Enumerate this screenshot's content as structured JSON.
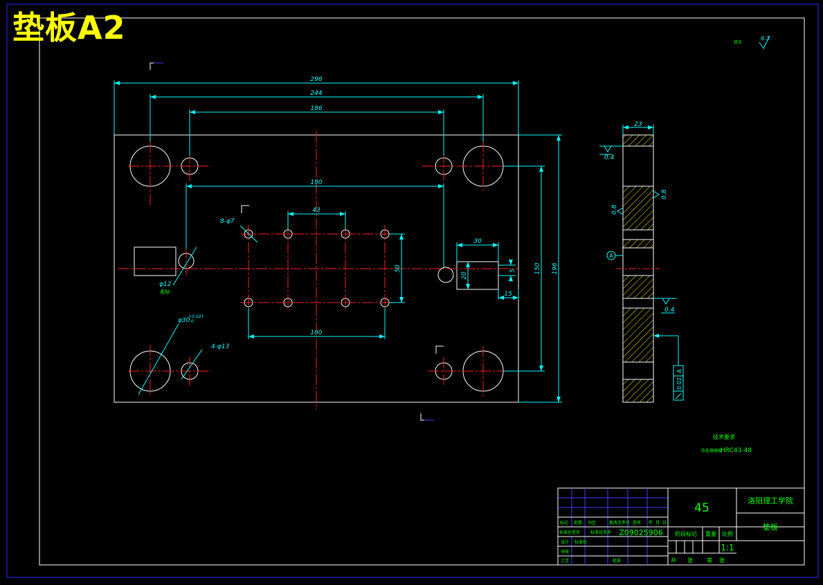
{
  "sheet_title": "垫板A2",
  "colors": {
    "background": "#000000",
    "border": "#2a2aff",
    "outline": "#ffffff",
    "centerline": "#ff2020",
    "dimension": "#00ffff",
    "annotation": "#00ff00",
    "title": "#ffff00",
    "section": "#ffff00"
  },
  "dimensions": {
    "d296": "296",
    "d244": "244",
    "d186": "186",
    "d190": "190",
    "d43": "43",
    "d100": "100",
    "d50": "50",
    "d30": "30",
    "d20": "20",
    "d5": "5",
    "d15": "15",
    "d150": "150",
    "d196": "196",
    "d23": "23"
  },
  "callouts": {
    "holes_8": "8-φ7",
    "hole_12": "φ12",
    "hole_12_note": "配钻",
    "hole_30": "φ30",
    "hole_30_tol": "+0.021",
    "hole_30_tol2": "0",
    "holes_4": "4-φ13"
  },
  "roughness": {
    "general_label": "其余",
    "general_value": "6.3",
    "r1": "0.4",
    "r2": "0.8",
    "r3": "0.8",
    "r4": "0.4"
  },
  "datum": {
    "label": "A",
    "tolerance_value": "0.02",
    "tolerance_ref": "A"
  },
  "tech_requirements": {
    "heading": "技术要求",
    "line1_prefix": "热处理硬度",
    "line1_value": "HRC43-48"
  },
  "title_block": {
    "material": "45",
    "school": "洛阳理工学院",
    "part_name": "垫板",
    "drawing_no": "Z09025906",
    "scale": "1:1",
    "header_cells": [
      "标记",
      "处数",
      "分区",
      "更改文件号",
      "签名",
      "年",
      "月",
      "日"
    ],
    "row_labels": [
      "标准化签名",
      "标准化签名",
      "设计",
      "审核",
      "工艺"
    ],
    "stage_mark_label": "阶段标记",
    "weight_label": "重量",
    "scale_label": "比例",
    "std_label": "标准化",
    "approve_label": "批准",
    "sheets_total": "共",
    "sheets_label": "张",
    "sheet_no": "第",
    "sheet_label2": "张"
  }
}
